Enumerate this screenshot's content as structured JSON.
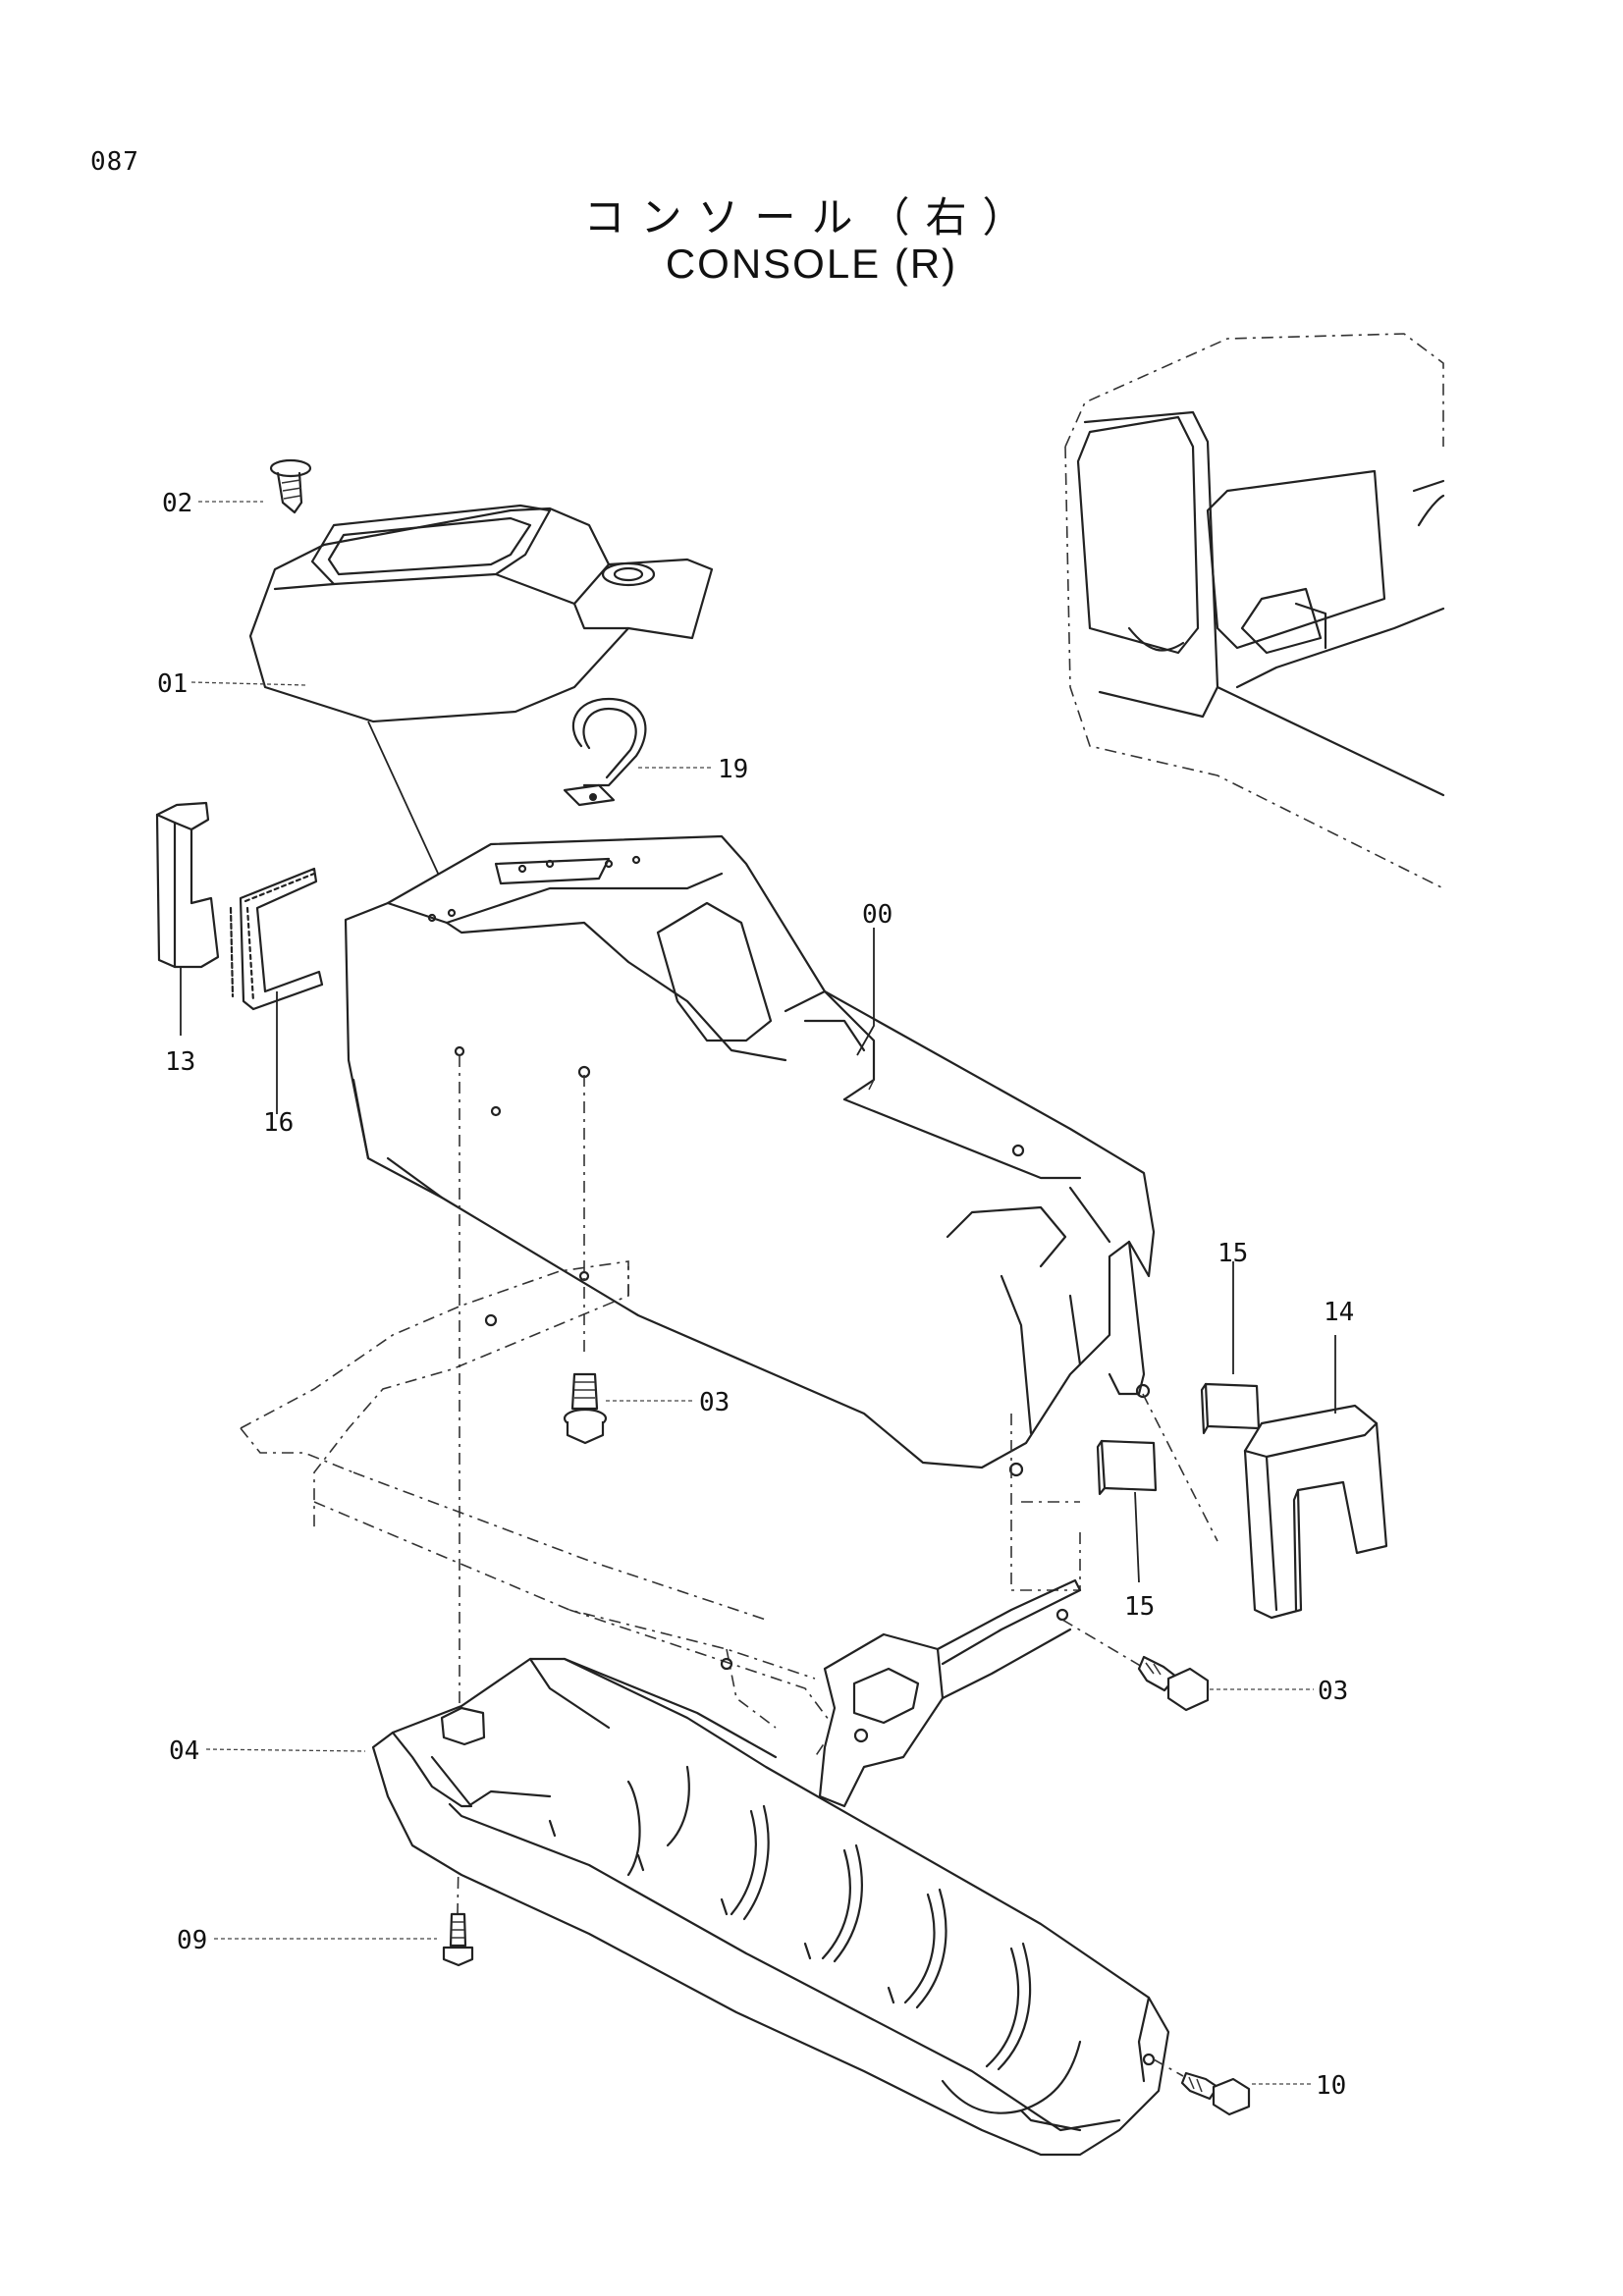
{
  "page": {
    "number": "087"
  },
  "title": {
    "japanese": "コンソール（右）",
    "english": "CONSOLE (R)"
  },
  "callouts": [
    {
      "id": "00",
      "part": "console"
    },
    {
      "id": "01",
      "part": "top-cover"
    },
    {
      "id": "02",
      "part": "screw"
    },
    {
      "id": "03",
      "part": "bolt"
    },
    {
      "id": "03",
      "part": "bolt"
    },
    {
      "id": "04",
      "part": "under-cover"
    },
    {
      "id": "09",
      "part": "screw"
    },
    {
      "id": "10",
      "part": "bolt"
    },
    {
      "id": "13",
      "part": "trim-block"
    },
    {
      "id": "14",
      "part": "u-trim"
    },
    {
      "id": "15",
      "part": "pad"
    },
    {
      "id": "15",
      "part": "pad"
    },
    {
      "id": "16",
      "part": "edge-trim"
    },
    {
      "id": "19",
      "part": "clamp"
    }
  ]
}
